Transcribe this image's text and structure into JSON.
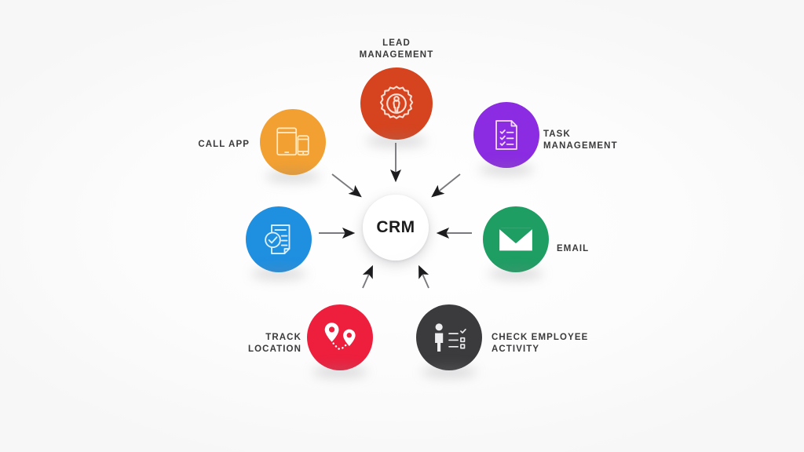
{
  "diagram": {
    "title": "CRM hub and spoke feature diagram",
    "hub": {
      "label": "CRM",
      "color": "#ffffff",
      "text_color": "#1b1b1b"
    },
    "background_color": "#fdfdfd",
    "arrow_color": "#6e6e72",
    "arrow_head_color": "#1c1c1e",
    "arrow_count": 6,
    "arrow_direction": "inward",
    "nodes": [
      {
        "id": "lead-management",
        "label": "LEAD\nMANAGEMENT",
        "color": "#d6441f",
        "icon": "gear-person-icon",
        "label_position": "top"
      },
      {
        "id": "task-management",
        "label": "TASK\nMANAGEMENT",
        "color": "#8b2be2",
        "icon": "checklist-document-icon",
        "label_position": "right"
      },
      {
        "id": "email",
        "label": "EMAIL",
        "color": "#1e9e63",
        "icon": "envelope-icon",
        "label_position": "right"
      },
      {
        "id": "check-employee-activity",
        "label": "CHECK EMPLOYEE\nACTIVITY",
        "color": "#3b3b3d",
        "icon": "person-checklist-icon",
        "label_position": "right"
      },
      {
        "id": "track-location",
        "label": "TRACK\nLOCATION",
        "color": "#ed1f3d",
        "icon": "map-pins-route-icon",
        "label_position": "left"
      },
      {
        "id": "reports",
        "label": "",
        "color": "#1f8fe0",
        "icon": "document-check-icon",
        "label_position": "none"
      },
      {
        "id": "call-app",
        "label": "CALL APP",
        "color": "#f2a032",
        "icon": "tablet-phone-icon",
        "label_position": "left"
      }
    ]
  }
}
